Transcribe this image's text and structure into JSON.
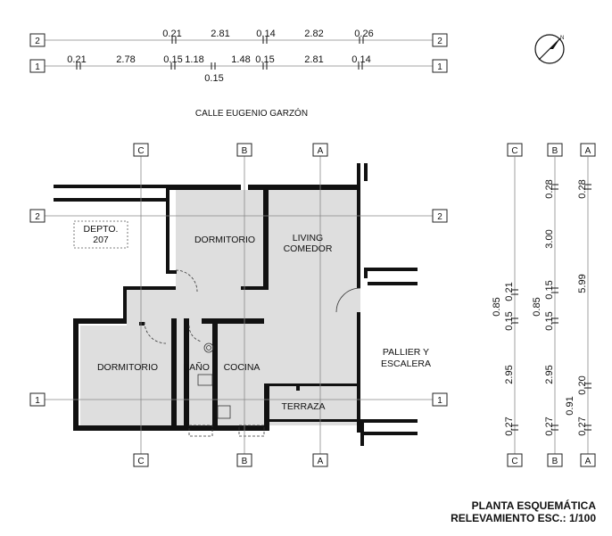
{
  "street": "CALLE EUGENIO GARZÓN",
  "unit": {
    "line1": "DEPTO.",
    "line2": "207"
  },
  "rooms": {
    "dormitorio_upper": "DORMITORIO",
    "living_line1": "LIVING",
    "living_line2": "COMEDOR",
    "dormitorio_lower": "DORMITORIO",
    "bano": "BAÑO",
    "cocina": "COCINA",
    "terraza": "TERRAZA",
    "pallier_line1": "PALLIER Y",
    "pallier_line2": "ESCALERA"
  },
  "axes": {
    "a": "A",
    "b": "B",
    "c": "C",
    "one": "1",
    "two": "2"
  },
  "dims_row2": [
    "0.21",
    "2.81",
    "0.14",
    "2.82",
    "0.26"
  ],
  "dims_row1": [
    "0.21",
    "2.78",
    "0.15",
    "1.18",
    "1.48",
    "0.15",
    "2.81",
    "0.14"
  ],
  "dims_row1_below": "0.15",
  "dims_colA": [
    "0.28",
    "5.99",
    "0.20",
    "0.91",
    "0.27"
  ],
  "dims_colB": [
    "0.28",
    "3.00",
    "0.15",
    "0.85",
    "0.15",
    "2.95",
    "0.27"
  ],
  "dims_colC": [
    "0.21",
    "0.85",
    "0.15",
    "2.95",
    "0.27"
  ],
  "title": {
    "line1": "PLANTA ESQUEMÁTICA",
    "line2": "RELEVAMIENTO ESC.: 1/100"
  }
}
